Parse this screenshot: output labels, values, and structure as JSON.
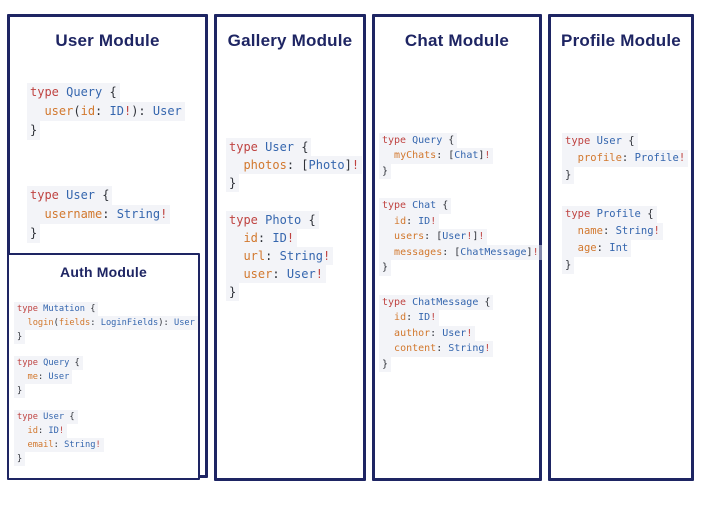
{
  "colors": {
    "navy": "#1e2563",
    "keyword_red": "#bf4341",
    "type_blue": "#3566ae",
    "field_orange": "#d2782e",
    "punctuation": "#2f3239"
  },
  "auth": {
    "title": "Auth Module",
    "blocks": [
      [
        [
          [
            "type ",
            "k"
          ],
          [
            "Mutation ",
            "t"
          ],
          [
            "{",
            "p"
          ]
        ],
        [
          [
            "  ",
            "p"
          ],
          [
            "login",
            "f"
          ],
          [
            "(",
            "p"
          ],
          [
            "fields",
            "f"
          ],
          [
            ": ",
            "p"
          ],
          [
            "LoginFields",
            "t"
          ],
          [
            "): ",
            "p"
          ],
          [
            "User",
            "t"
          ]
        ],
        [
          [
            "}",
            "p"
          ]
        ]
      ],
      [
        [
          [
            "type ",
            "k"
          ],
          [
            "Query ",
            "t"
          ],
          [
            "{",
            "p"
          ]
        ],
        [
          [
            "  ",
            "p"
          ],
          [
            "me",
            "f"
          ],
          [
            ": ",
            "p"
          ],
          [
            "User",
            "t"
          ]
        ],
        [
          [
            "}",
            "p"
          ]
        ]
      ],
      [
        [
          [
            "type ",
            "k"
          ],
          [
            "User ",
            "t"
          ],
          [
            "{",
            "p"
          ]
        ],
        [
          [
            "  ",
            "p"
          ],
          [
            "id",
            "f"
          ],
          [
            ": ",
            "p"
          ],
          [
            "ID",
            "t"
          ],
          [
            "!",
            "k"
          ]
        ],
        [
          [
            "  ",
            "p"
          ],
          [
            "email",
            "f"
          ],
          [
            ": ",
            "p"
          ],
          [
            "String",
            "t"
          ],
          [
            "!",
            "k"
          ]
        ],
        [
          [
            "}",
            "p"
          ]
        ]
      ]
    ]
  },
  "panels": [
    {
      "title": "User Module",
      "blocks": [
        [
          [
            [
              "type ",
              "k"
            ],
            [
              "Query ",
              "t"
            ],
            [
              "{",
              "p"
            ]
          ],
          [
            [
              "  ",
              "p"
            ],
            [
              "user",
              "f"
            ],
            [
              "(",
              "p"
            ],
            [
              "id",
              "f"
            ],
            [
              ": ",
              "p"
            ],
            [
              "ID",
              "t"
            ],
            [
              "!",
              "k"
            ],
            [
              "): ",
              "p"
            ],
            [
              "User",
              "t"
            ]
          ],
          [
            [
              "}",
              "p"
            ]
          ]
        ],
        [
          [
            [
              "type ",
              "k"
            ],
            [
              "User ",
              "t"
            ],
            [
              "{",
              "p"
            ]
          ],
          [
            [
              "  ",
              "p"
            ],
            [
              "username",
              "f"
            ],
            [
              ": ",
              "p"
            ],
            [
              "String",
              "t"
            ],
            [
              "!",
              "k"
            ]
          ],
          [
            [
              "}",
              "p"
            ]
          ]
        ]
      ]
    },
    {
      "title": "Gallery Module",
      "blocks": [
        [
          [
            [
              "type ",
              "k"
            ],
            [
              "User ",
              "t"
            ],
            [
              "{",
              "p"
            ]
          ],
          [
            [
              "  ",
              "p"
            ],
            [
              "photos",
              "f"
            ],
            [
              ": ",
              "p"
            ],
            [
              "[",
              "p"
            ],
            [
              "Photo",
              "t"
            ],
            [
              "]",
              "p"
            ],
            [
              "!",
              "k"
            ]
          ],
          [
            [
              "}",
              "p"
            ]
          ]
        ],
        [
          [
            [
              "type ",
              "k"
            ],
            [
              "Photo ",
              "t"
            ],
            [
              "{",
              "p"
            ]
          ],
          [
            [
              "  ",
              "p"
            ],
            [
              "id",
              "f"
            ],
            [
              ": ",
              "p"
            ],
            [
              "ID",
              "t"
            ],
            [
              "!",
              "k"
            ]
          ],
          [
            [
              "  ",
              "p"
            ],
            [
              "url",
              "f"
            ],
            [
              ": ",
              "p"
            ],
            [
              "String",
              "t"
            ],
            [
              "!",
              "k"
            ]
          ],
          [
            [
              "  ",
              "p"
            ],
            [
              "user",
              "f"
            ],
            [
              ": ",
              "p"
            ],
            [
              "User",
              "t"
            ],
            [
              "!",
              "k"
            ]
          ],
          [
            [
              "}",
              "p"
            ]
          ]
        ]
      ]
    },
    {
      "title": "Chat Module",
      "blocks": [
        [
          [
            [
              "type ",
              "k"
            ],
            [
              "Query ",
              "t"
            ],
            [
              "{",
              "p"
            ]
          ],
          [
            [
              "  ",
              "p"
            ],
            [
              "myChats",
              "f"
            ],
            [
              ": ",
              "p"
            ],
            [
              "[",
              "p"
            ],
            [
              "Chat",
              "t"
            ],
            [
              "]",
              "p"
            ],
            [
              "!",
              "k"
            ]
          ],
          [
            [
              "}",
              "p"
            ]
          ]
        ],
        [
          [
            [
              "type ",
              "k"
            ],
            [
              "Chat ",
              "t"
            ],
            [
              "{",
              "p"
            ]
          ],
          [
            [
              "  ",
              "p"
            ],
            [
              "id",
              "f"
            ],
            [
              ": ",
              "p"
            ],
            [
              "ID",
              "t"
            ],
            [
              "!",
              "k"
            ]
          ],
          [
            [
              "  ",
              "p"
            ],
            [
              "users",
              "f"
            ],
            [
              ": ",
              "p"
            ],
            [
              "[",
              "p"
            ],
            [
              "User",
              "t"
            ],
            [
              "!",
              "k"
            ],
            [
              "]",
              "p"
            ],
            [
              "!",
              "k"
            ]
          ],
          [
            [
              "  ",
              "p"
            ],
            [
              "messages",
              "f"
            ],
            [
              ": ",
              "p"
            ],
            [
              "[",
              "p"
            ],
            [
              "ChatMessage",
              "t"
            ],
            [
              "]",
              "p"
            ],
            [
              "!",
              "k"
            ]
          ],
          [
            [
              "}",
              "p"
            ]
          ]
        ],
        [
          [
            [
              "type ",
              "k"
            ],
            [
              "ChatMessage ",
              "t"
            ],
            [
              "{",
              "p"
            ]
          ],
          [
            [
              "  ",
              "p"
            ],
            [
              "id",
              "f"
            ],
            [
              ": ",
              "p"
            ],
            [
              "ID",
              "t"
            ],
            [
              "!",
              "k"
            ]
          ],
          [
            [
              "  ",
              "p"
            ],
            [
              "author",
              "f"
            ],
            [
              ": ",
              "p"
            ],
            [
              "User",
              "t"
            ],
            [
              "!",
              "k"
            ]
          ],
          [
            [
              "  ",
              "p"
            ],
            [
              "content",
              "f"
            ],
            [
              ": ",
              "p"
            ],
            [
              "String",
              "t"
            ],
            [
              "!",
              "k"
            ]
          ],
          [
            [
              "}",
              "p"
            ]
          ]
        ]
      ]
    },
    {
      "title": "Profile Module",
      "blocks": [
        [
          [
            [
              "type ",
              "k"
            ],
            [
              "User ",
              "t"
            ],
            [
              "{",
              "p"
            ]
          ],
          [
            [
              "  ",
              "p"
            ],
            [
              "profile",
              "f"
            ],
            [
              ": ",
              "p"
            ],
            [
              "Profile",
              "t"
            ],
            [
              "!",
              "k"
            ]
          ],
          [
            [
              "}",
              "p"
            ]
          ]
        ],
        [
          [
            [
              "type ",
              "k"
            ],
            [
              "Profile ",
              "t"
            ],
            [
              "{",
              "p"
            ]
          ],
          [
            [
              "  ",
              "p"
            ],
            [
              "name",
              "f"
            ],
            [
              ": ",
              "p"
            ],
            [
              "String",
              "t"
            ],
            [
              "!",
              "k"
            ]
          ],
          [
            [
              "  ",
              "p"
            ],
            [
              "age",
              "f"
            ],
            [
              ": ",
              "p"
            ],
            [
              "Int",
              "t"
            ]
          ],
          [
            [
              "}",
              "p"
            ]
          ]
        ]
      ]
    }
  ]
}
